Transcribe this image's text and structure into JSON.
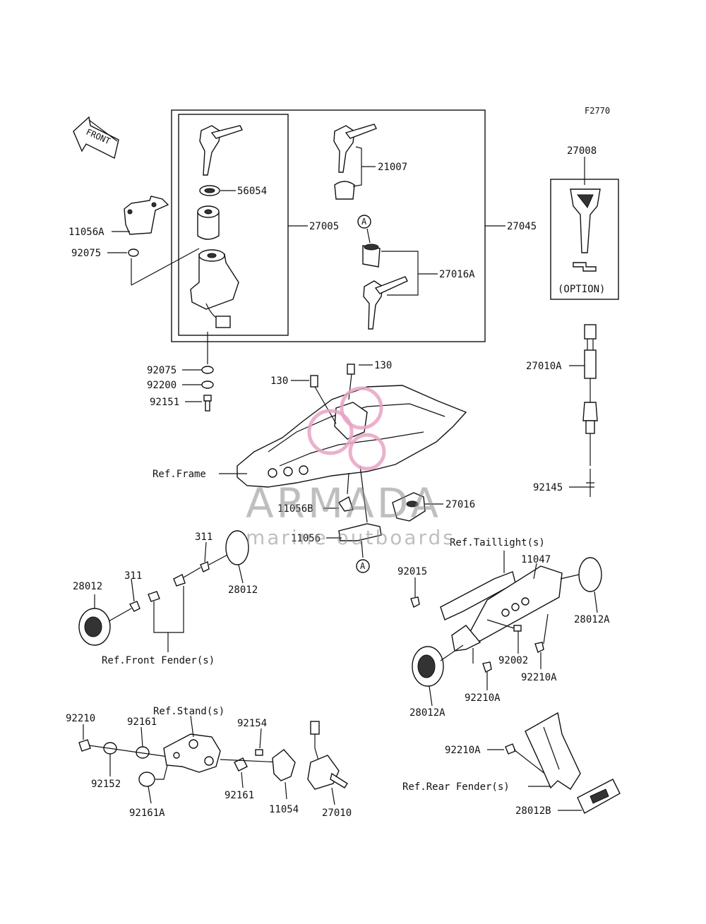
{
  "figure_code": "F2770",
  "front_arrow_text": "FRONT",
  "option_text": "(OPTION)",
  "circle_ref": "A",
  "watermark": {
    "brand": "ARMADA",
    "tagline": "marine outboards",
    "color": "#e8a3c4"
  },
  "parts": {
    "p27008": "27008",
    "p56054": "56054",
    "p21007": "21007",
    "p11056A": "11056A",
    "p92075_top": "92075",
    "p27005": "27005",
    "p27045": "27045",
    "p27016A": "27016A",
    "p92075_bot": "92075",
    "p92200": "92200",
    "p92151": "92151",
    "p130_a": "130",
    "p130_b": "130",
    "p27010A": "27010A",
    "p92145": "92145",
    "p11056B": "11056B",
    "p27016": "27016",
    "p11056": "11056",
    "p311_a": "311",
    "p311_b": "311",
    "p28012_l": "28012",
    "p28012_r": "28012",
    "p92015": "92015",
    "p11047": "11047",
    "p28012A_r": "28012A",
    "p92002": "92002",
    "p92210A_a": "92210A",
    "p92210A_b": "92210A",
    "p28012A_b": "28012A",
    "p92210": "92210",
    "p92161": "92161",
    "p92154": "92154",
    "p92152": "92152",
    "p92161_b": "92161",
    "p11054": "11054",
    "p27010": "27010",
    "p92161A": "92161A",
    "p92210A_c": "92210A",
    "p28012B": "28012B"
  },
  "refs": {
    "frame": "Ref.Frame",
    "taillight": "Ref.Taillight(s)",
    "front_fender": "Ref.Front Fender(s)",
    "stand": "Ref.Stand(s)",
    "rear_fender": "Ref.Rear Fender(s)"
  }
}
